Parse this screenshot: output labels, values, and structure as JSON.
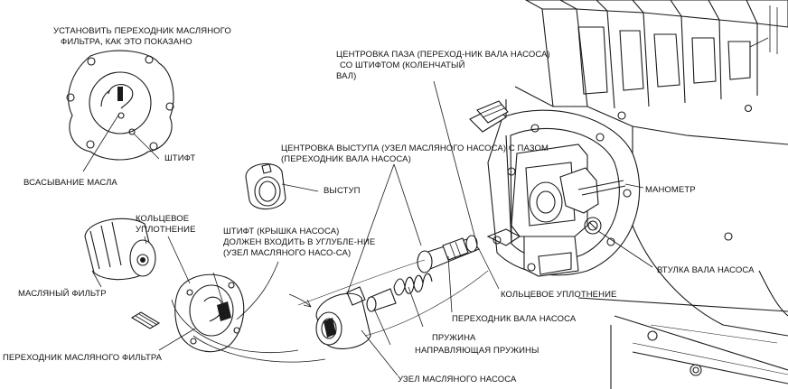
{
  "labels": {
    "filter_adapter_install": "УСТАНОВИТЬ ПЕРЕХОДНИК МАСЛЯНОГО",
    "filter_adapter_install_2": "ФИЛЬТРА, КАК ЭТО ПОКАЗАНО",
    "pin": "ШТИФТ",
    "oil_suction": "ВСАСЫВАНИЕ МАСЛА",
    "protrusion": "ВЫСТУП",
    "o_ring_left": "КОЛЬЦЕВОЕ",
    "o_ring_left_2": "УПЛОТНЕНИЕ",
    "pin_cover_1": "ШТИФТ (КРЫШКА НАСОСА)",
    "pin_cover_2": "ДОЛЖЕН ВХОДИТЬ В УГЛУБЛЕ-НИЕ",
    "pin_cover_3": "(УЗЕЛ МАСЛЯНОГО НАСО-СА)",
    "oil_filter": "МАСЛЯНЫЙ ФИЛЬТР",
    "filter_adapter": "ПЕРЕХОДНИК МАСЛЯНОГО ФИЛЬТРА",
    "slot_center_1": "ЦЕНТРОВКА ПАЗА (ПЕРЕХОД-НИК ВАЛА НАСОСА)",
    "slot_center_2": "СО ШТИФТОМ (КОЛЕНЧАТЫЙ",
    "slot_center_3": "ВАЛ)",
    "tab_center_1": "ЦЕНТРОВКА ВЫСТУПА (УЗЕЛ МАСЛЯНОГО НАСОСА) С ПАЗОМ",
    "tab_center_2": "(ПЕРЕХОДНИК ВАЛА НАСОСА)",
    "gauge": "МАНОМЕТР",
    "shaft_bushing": "ВТУЛКА ВАЛА НАСОСА",
    "o_ring_right": "КОЛЬЦЕВОЕ УПЛОТНЕНИЕ",
    "shaft_adapter": "ПЕРЕХОДНИК ВАЛА НАСОСА",
    "spring": "ПРУЖИНА",
    "spring_guide": "НАПРАВЛЯЮЩАЯ ПРУЖИНЫ",
    "pump_assembly": "УЗЕЛ МАСЛЯНОГО НАСОСА"
  },
  "icons": {
    "pin_symbol": "pin-hook-icon"
  }
}
